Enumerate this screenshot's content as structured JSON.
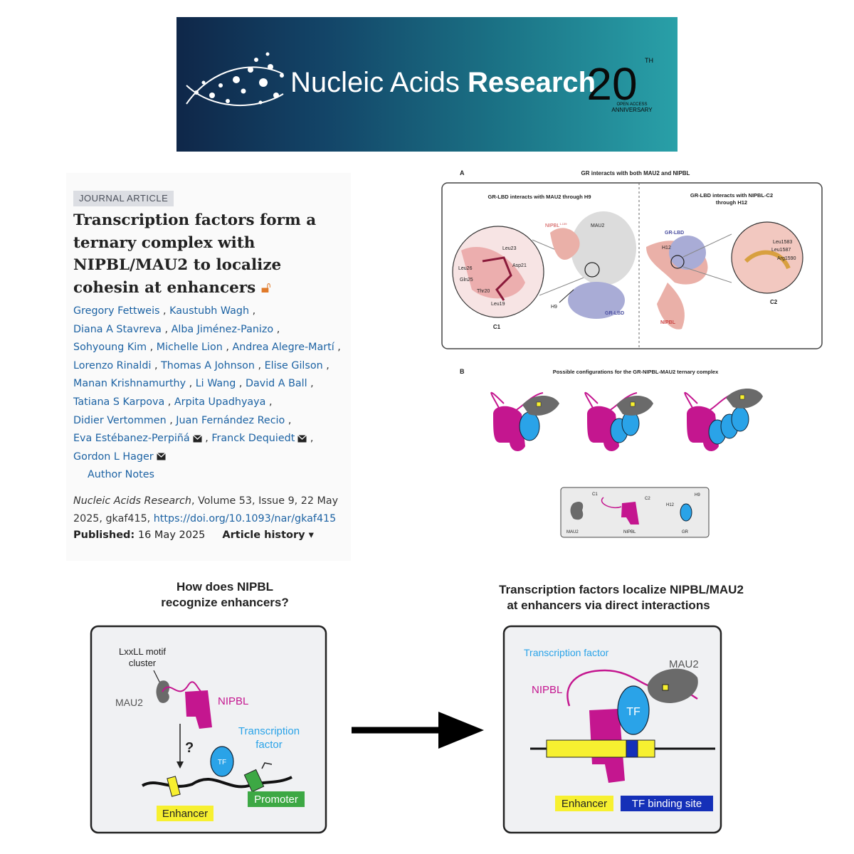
{
  "banner": {
    "journal_light": "Nucleic Acids ",
    "journal_bold": "Research",
    "anniversary_number": "20",
    "anniversary_th": "TH",
    "anniversary_line1": "OPEN ACCESS",
    "anniversary_line2": "ANNIVERSARY"
  },
  "article": {
    "type_badge": "JOURNAL ARTICLE",
    "title": "Transcription factors form a ternary complex with NIPBL/MAU2 to localize cohesin at enhancers",
    "open_access_icon": "open-access-icon",
    "authors": [
      {
        "name": "Gregory Fettweis",
        "email": false
      },
      {
        "name": "Kaustubh Wagh",
        "email": false
      },
      {
        "name": "Diana A Stavreva",
        "email": false
      },
      {
        "name": "Alba Jiménez-Panizo",
        "email": false
      },
      {
        "name": "Sohyoung Kim",
        "email": false
      },
      {
        "name": "Michelle Lion",
        "email": false
      },
      {
        "name": "Andrea Alegre-Martí",
        "email": false
      },
      {
        "name": "Lorenzo Rinaldi",
        "email": false
      },
      {
        "name": "Thomas A Johnson",
        "email": false
      },
      {
        "name": "Elise Gilson",
        "email": false
      },
      {
        "name": "Manan Krishnamurthy",
        "email": false
      },
      {
        "name": "Li Wang",
        "email": false
      },
      {
        "name": "David A Ball",
        "email": false
      },
      {
        "name": "Tatiana S Karpova",
        "email": false
      },
      {
        "name": "Arpita Upadhyaya",
        "email": false
      },
      {
        "name": "Didier Vertommen",
        "email": false
      },
      {
        "name": "Juan Fernández Recio",
        "email": false
      },
      {
        "name": "Eva Estébanez-Perpiñá",
        "email": true
      },
      {
        "name": "Franck Dequiedt",
        "email": true
      },
      {
        "name": "Gordon L Hager",
        "email": true
      }
    ],
    "author_notes": "Author Notes",
    "journal_name": "Nucleic Acids Research",
    "citation_rest": ", Volume 53, Issue 9, 22 May 2025, gkaf415, ",
    "doi": "https://doi.org/10.1093/nar/gkaf415",
    "published_label": "Published:",
    "published_date": "16 May 2025",
    "history_label": "Article history ▾"
  },
  "figure_top": {
    "panel_a": "A",
    "panel_a_title": "GR interacts with both MAU2 and NIPBL",
    "left_title": "GR-LBD interacts with MAU2 through H9",
    "right_title_1": "GR-LBD interacts with NIPBL-C2",
    "right_title_2": "through H12",
    "nipbl_small": "NIPBL",
    "nipbl_sup": "1-139",
    "mau2": "MAU2",
    "residues_left": [
      "Leu23",
      "Leu26",
      "Asp21",
      "Gln25",
      "Thr20",
      "Leu19"
    ],
    "h9": "H9",
    "gr_lbd": "GR-LBD",
    "c1": "C1",
    "gr_lbd_right": "GR-LBD",
    "h12": "H12",
    "residues_right": [
      "Leu1583",
      "Leu1587",
      "Arg1590"
    ],
    "c2": "C2",
    "nipbl_right": "NIPBL",
    "panel_b": "B",
    "panel_b_title": "Possible configurations for the GR-NIPBL-MAU2 ternary complex",
    "legend_c1": "C1",
    "legend_c2": "C2",
    "legend_h12": "H12",
    "legend_h9": "H9",
    "legend_mau2": "MAU2",
    "legend_nipbl": "NIPBL",
    "legend_gr": "GR"
  },
  "figure_bottom": {
    "left_title_1": "How does NIPBL",
    "left_title_2": "recognize enhancers?",
    "lxxll_1": "LxxLL motif",
    "lxxll_2": "cluster",
    "mau2": "MAU2",
    "nipbl": "NIPBL",
    "question": "?",
    "tf_label_1": "Transcription",
    "tf_label_2": "factor",
    "tf": "TF",
    "enhancer": "Enhancer",
    "promoter": "Promoter",
    "right_title_1": "Transcription factors localize NIPBL/MAU2",
    "right_title_2": "at enhancers via direct interactions",
    "right_tf_label": "Transcription factor",
    "right_mau2": "MAU2",
    "right_nipbl": "NIPBL",
    "right_tf": "TF",
    "right_enhancer": "Enhancer",
    "tf_binding_site": "TF binding site"
  },
  "colors": {
    "magenta": "#c4168f",
    "tf_blue": "#2aa3e8",
    "enhancer_yellow": "#f7f030",
    "promoter_green": "#3da844",
    "mau2_gray": "#6a6a6a",
    "tf_site_blue": "#1530b8",
    "link_blue": "#1c62a3"
  }
}
